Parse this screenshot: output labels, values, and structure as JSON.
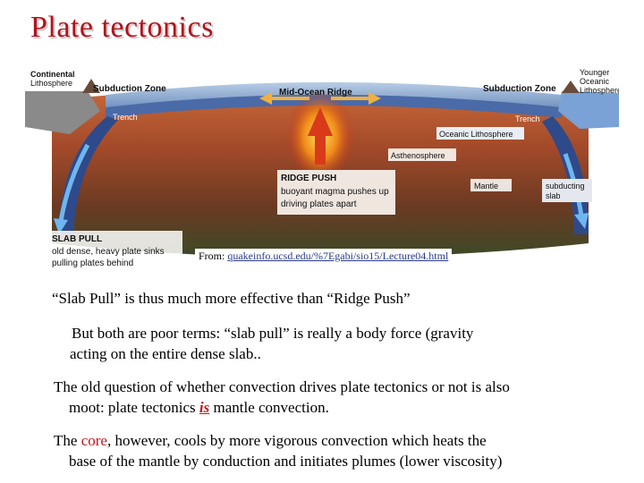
{
  "slide": {
    "title": "Plate tectonics"
  },
  "figure": {
    "labels": {
      "continental": "Continental\nLithosphere",
      "subduction_left": "Subduction Zone",
      "mid_ocean_ridge": "Mid-Ocean Ridge",
      "subduction_right": "Subduction Zone",
      "younger": "Younger\nOceanic\nLithosphere",
      "trench_left": "Trench",
      "trench_right": "Trench",
      "oceanic_lithosphere": "Oceanic Lithosphere",
      "asthenosphere": "Asthenosphere",
      "ridge_push_title": "RIDGE PUSH",
      "ridge_push_desc": "buoyant magma pushes up\ndriving plates apart",
      "mantle": "Mantle",
      "subducting_slab": "subducting\nslab",
      "slab_pull_title": "SLAB PULL",
      "slab_pull_desc": "old dense, heavy plate sinks\npulling plates behind"
    }
  },
  "source": {
    "prefix": "From: ",
    "link": "quakeinfo.ucsd.edu/%7Egabi/sio15/Lecture04.html"
  },
  "text": {
    "p1": "“Slab Pull” is thus much more effective than “Ridge Push”",
    "p2_line1": "But both are poor terms: “slab pull” is really a body force (gravity",
    "p2_line2": "acting on the entire dense slab..",
    "p3_line1": "The old question of whether convection drives plate tectonics or not is also",
    "p3_line2a": "moot: plate tectonics ",
    "p3_is": "is",
    "p3_line2b": " mantle convection.",
    "p4_a": "The ",
    "p4_core": "core",
    "p4_b": ", however, cools by more vigorous convection which heats the",
    "p4_line2": "base of the mantle by conduction and initiates plumes (lower viscosity)"
  }
}
